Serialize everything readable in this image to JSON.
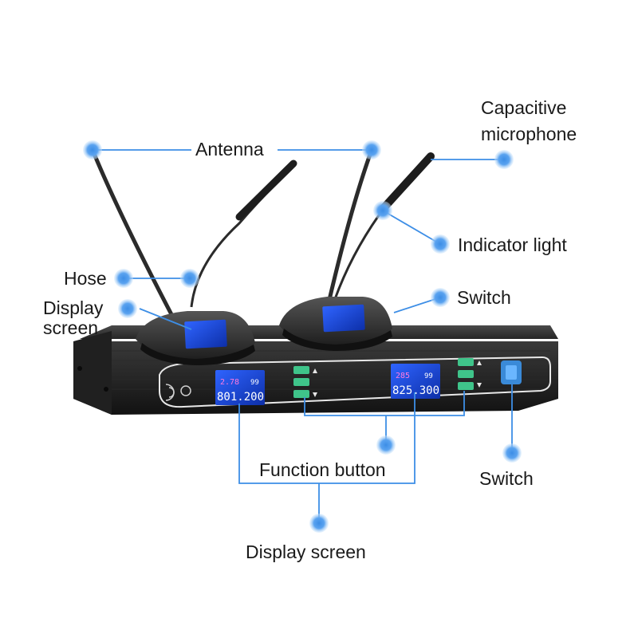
{
  "labels": {
    "antenna": "Antenna",
    "capacitive_microphone_line1": "Capacitive",
    "capacitive_microphone_line2": "microphone",
    "indicator_light": "Indicator light",
    "hose": "Hose",
    "display_screen_left_line1": "Display",
    "display_screen_left_line2": "screen",
    "switch_top": "Switch",
    "function_button": "Function button",
    "switch_bottom": "Switch",
    "display_screen_bottom": "Display screen"
  },
  "screens": {
    "left": {
      "line1": "2.78",
      "line2": "99",
      "freq": "801.200"
    },
    "right": {
      "line1": "285",
      "line2": "99",
      "freq": "825.300"
    }
  },
  "colors": {
    "callout": "#3d8ee6",
    "callout_glow": "#a9d0f7",
    "chassis": "#1c1c1c",
    "screen_blue": "#1a5cff",
    "screen_pink": "#ff7adf"
  }
}
